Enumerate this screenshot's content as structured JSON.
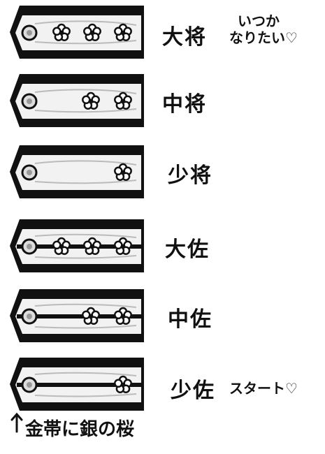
{
  "ranks": [
    {
      "label": "大将",
      "sakura": 3,
      "stripes": 0
    },
    {
      "label": "中将",
      "sakura": 2,
      "stripes": 0
    },
    {
      "label": "少将",
      "sakura": 1,
      "stripes": 0
    },
    {
      "label": "大佐",
      "sakura": 3,
      "stripes": 1
    },
    {
      "label": "中佐",
      "sakura": 2,
      "stripes": 1
    },
    {
      "label": "少佐",
      "sakura": 1,
      "stripes": 1
    }
  ],
  "notes": {
    "taisho_line1": "いつか",
    "taisho_line2": "なりたい",
    "shosa": "スタート"
  },
  "caption": "金帯に銀の桜",
  "colors": {
    "ink": "#111111",
    "band": "#f2f2f2",
    "bg": "#ffffff"
  }
}
